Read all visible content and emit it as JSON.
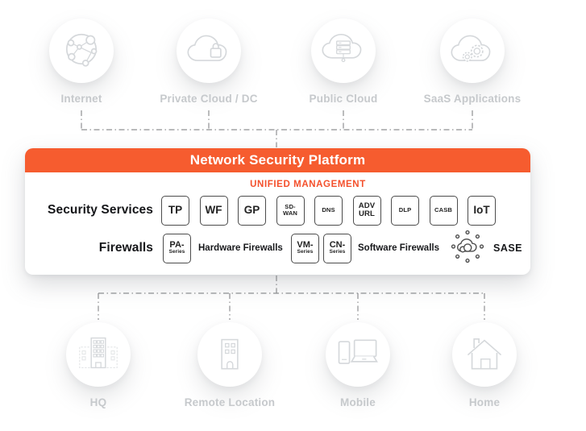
{
  "palette": {
    "accent_orange": "#F65C2F",
    "subtitle_orange": "#F4502C",
    "label_gray": "#C6C9CC",
    "icon_gray": "#D5D8DB",
    "text_dark": "#17181B",
    "connector_gray": "#8F9092"
  },
  "top_nodes": [
    {
      "label": "Internet",
      "icon": "network-globe-icon"
    },
    {
      "label": "Private Cloud / DC",
      "icon": "cloud-lock-icon"
    },
    {
      "label": "Public Cloud",
      "icon": "cloud-server-icon"
    },
    {
      "label": "SaaS Applications",
      "icon": "cloud-gears-icon"
    }
  ],
  "platform": {
    "title": "Network Security Platform",
    "subtitle": "UNIFIED MANAGEMENT",
    "security_services": {
      "label": "Security Services",
      "badges": [
        {
          "lines": [
            "TP"
          ]
        },
        {
          "lines": [
            "WF"
          ]
        },
        {
          "lines": [
            "GP"
          ]
        },
        {
          "lines": [
            "SD-",
            "WAN"
          ]
        },
        {
          "lines": [
            "DNS"
          ]
        },
        {
          "lines": [
            "ADV",
            "URL"
          ]
        },
        {
          "lines": [
            "DLP"
          ]
        },
        {
          "lines": [
            "CASB"
          ]
        },
        {
          "lines": [
            "IoT"
          ]
        }
      ]
    },
    "firewalls": {
      "label": "Firewalls",
      "hardware_badge": {
        "lines": [
          "PA-",
          "Series"
        ]
      },
      "hardware_caption": "Hardware Firewalls",
      "software_badges": [
        {
          "lines": [
            "VM-",
            "Series"
          ]
        },
        {
          "lines": [
            "CN-",
            "Series"
          ]
        }
      ],
      "software_caption": "Software Firewalls",
      "sase": {
        "label": "SASE",
        "icon": "sase-cloud-icon"
      }
    }
  },
  "bottom_nodes": [
    {
      "label": "HQ",
      "icon": "hq-building-icon"
    },
    {
      "label": "Remote Location",
      "icon": "remote-building-icon"
    },
    {
      "label": "Mobile",
      "icon": "mobile-devices-icon"
    },
    {
      "label": "Home",
      "icon": "home-icon"
    }
  ]
}
